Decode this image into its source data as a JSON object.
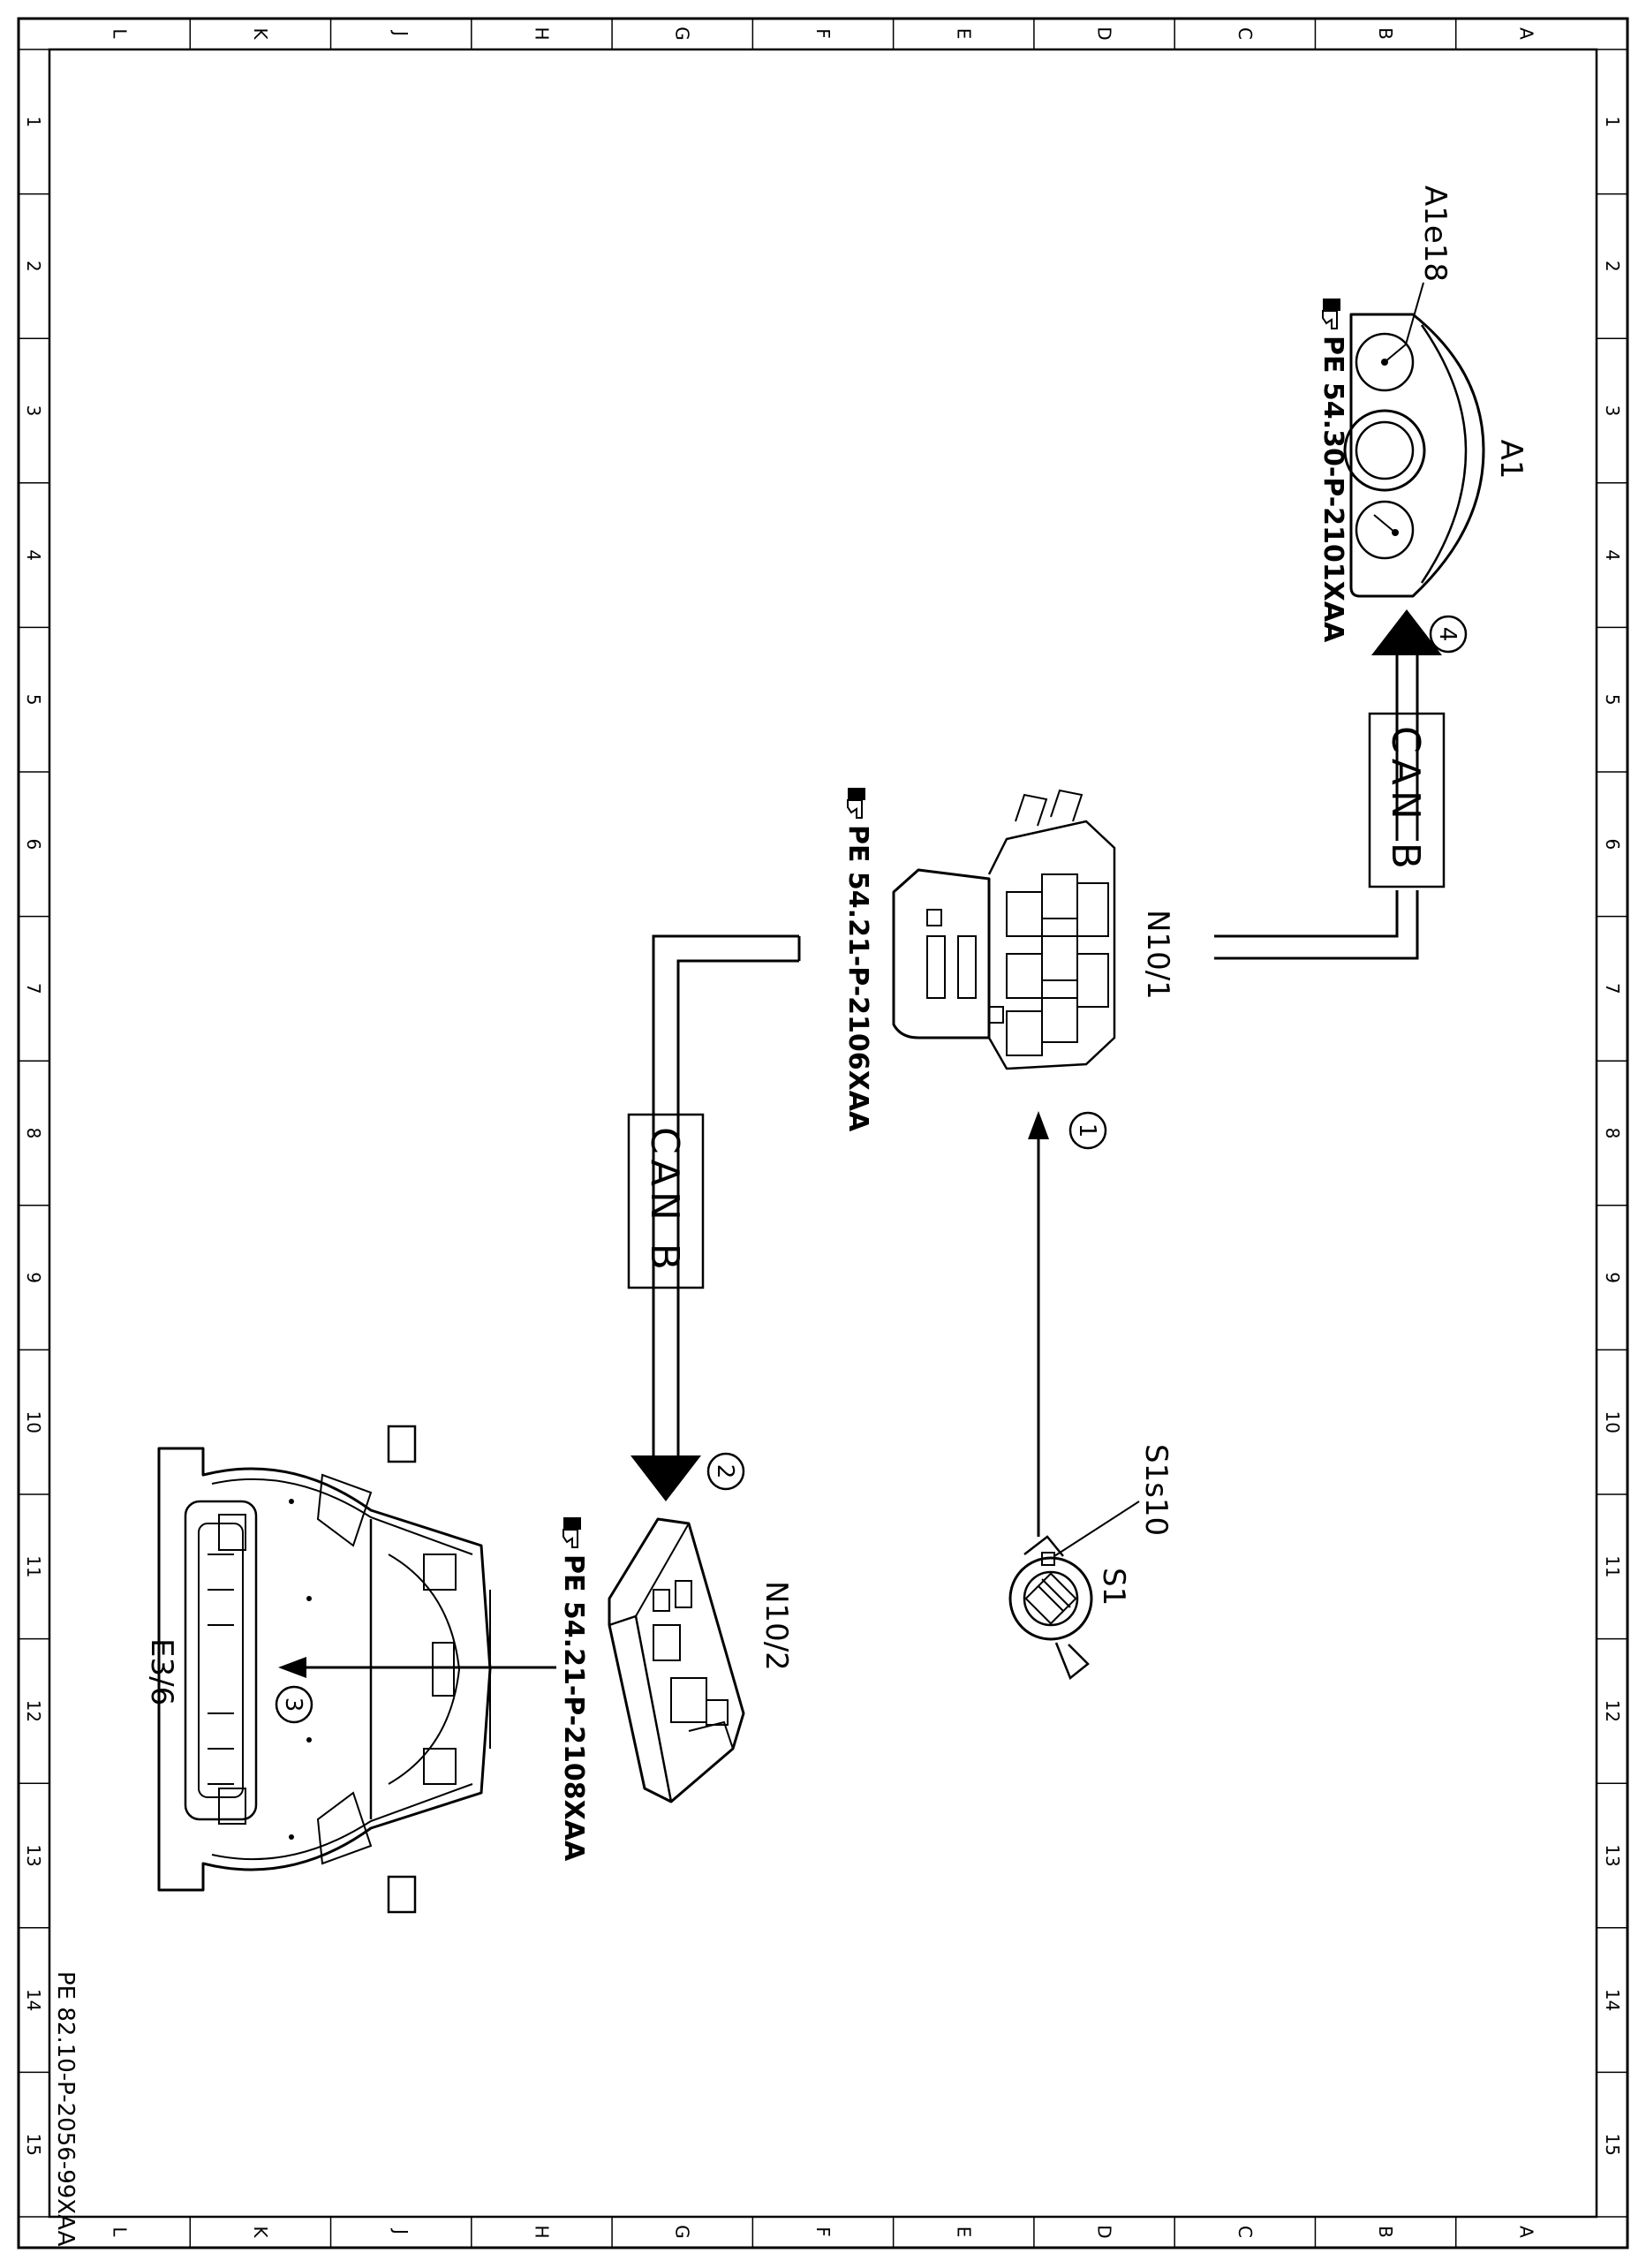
{
  "frame": {
    "col_letters": [
      "L",
      "K",
      "J",
      "H",
      "G",
      "F",
      "E",
      "D",
      "C",
      "B",
      "A"
    ],
    "row_numbers": [
      "1",
      "2",
      "3",
      "4",
      "5",
      "6",
      "7",
      "8",
      "9",
      "10",
      "11",
      "12",
      "13",
      "14",
      "15"
    ]
  },
  "components": {
    "a1": {
      "label": "A1",
      "ref": "PE 54.30-P-2101XAA"
    },
    "a1e18": {
      "label": "A1e18"
    },
    "n10_1": {
      "label": "N10/1",
      "ref": "PE 54.21-P-2106XAA"
    },
    "n10_2": {
      "label": "N10/2",
      "ref": "PE 54.21-P-2108XAA"
    },
    "e3_6": {
      "label": "E3/6"
    },
    "s1": {
      "label": "S1"
    },
    "s1s10": {
      "label": "S1s10"
    }
  },
  "buses": {
    "can_upper": "CAN B",
    "can_lower": "CAN B"
  },
  "steps": {
    "s1": "1",
    "s2": "2",
    "s3": "3",
    "s4": "4"
  },
  "doc_id": "PE 82.10-P-2056-99XAA",
  "icons": {
    "reference": "pointing-hand-icon"
  }
}
